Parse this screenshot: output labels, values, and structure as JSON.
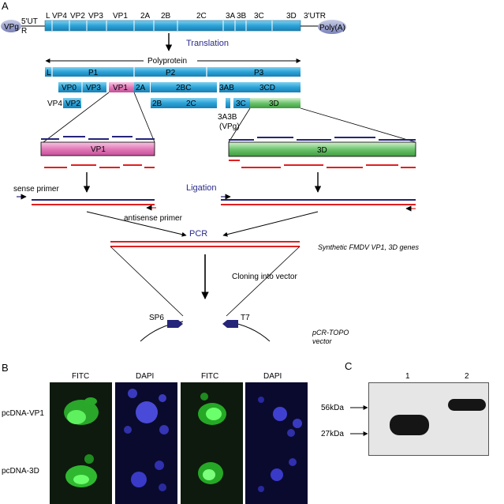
{
  "panel_a": {
    "label": "A",
    "genome": {
      "vpg": "VPg",
      "utr5": [
        "5'UT",
        "R"
      ],
      "utr3": "3'UTR",
      "polya": "Poly(A)",
      "segments": [
        "L",
        "VP4",
        "VP2",
        "VP3",
        "VP1",
        "2A",
        "2B",
        "2C",
        "3A",
        "3B",
        "3C",
        "3D"
      ]
    },
    "translation": "Translation",
    "polyprotein": "Polyprotein",
    "row1": [
      "L",
      "P1",
      "P2",
      "P3"
    ],
    "row2": [
      "VP0",
      "VP3",
      "VP1",
      "2A",
      "2BC",
      "3AB",
      "3CD"
    ],
    "row3": [
      "VP4",
      "VP2",
      "2B",
      "2C",
      "3C",
      "3D"
    ],
    "vpg_label": [
      "3A3B",
      "(VPg)"
    ],
    "vp1_box": "VP1",
    "d3_box": "3D",
    "sense_primer": "sense primer",
    "ligation": "Ligation",
    "antisense_primer": "antisense primer",
    "pcr": "PCR",
    "synthetic": "Synthetic FMDV VP1, 3D genes",
    "cloning": "Cloning into vector",
    "sp6": "SP6",
    "t7": "T7",
    "vector": [
      "pCR-TOPO",
      "vector"
    ],
    "colors": {
      "cyan": "#2ba3d8",
      "pink": "#e27ab8",
      "green": "#5cb85c",
      "navy": "#25257a",
      "red": "#e02020"
    }
  },
  "panel_b": {
    "label": "B",
    "columns": [
      "FITC",
      "DAPI",
      "FITC",
      "DAPI"
    ],
    "rows": [
      "pcDNA-VP1",
      "pcDNA-3D"
    ]
  },
  "panel_c": {
    "label": "C",
    "lanes": [
      "1",
      "2"
    ],
    "markers": [
      "56kDa",
      "27kDa"
    ]
  }
}
